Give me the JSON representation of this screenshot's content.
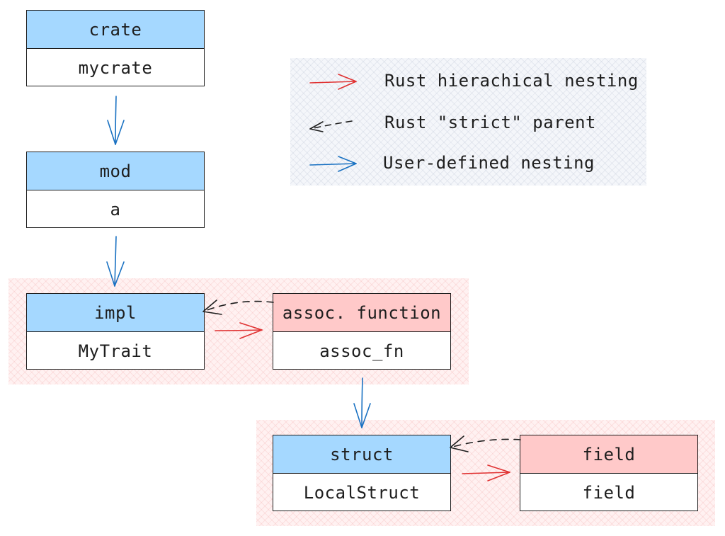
{
  "colors": {
    "rust_nesting": "#e03131",
    "strict_parent": "#1e1e1e",
    "user_nesting": "#1971c2",
    "kind_blue": "#a5d8ff",
    "kind_pink": "#ffc9c9"
  },
  "legend": {
    "rust_nesting": "Rust hierachical nesting",
    "strict_parent": "Rust \"strict\" parent",
    "user_nesting": "User-defined nesting"
  },
  "nodes": {
    "crate": {
      "kind": "crate",
      "name": "mycrate"
    },
    "mod": {
      "kind": "mod",
      "name": "a"
    },
    "impl": {
      "kind": "impl",
      "name": "MyTrait"
    },
    "assoc_fn": {
      "kind": "assoc. function",
      "name": "assoc_fn"
    },
    "struct": {
      "kind": "struct",
      "name": "LocalStruct"
    },
    "field": {
      "kind": "field",
      "name": "field"
    }
  },
  "edges": [
    {
      "from": "crate",
      "to": "mod",
      "type": "user-defined"
    },
    {
      "from": "mod",
      "to": "impl",
      "type": "user-defined"
    },
    {
      "from": "impl",
      "to": "assoc_fn",
      "type": "rust-hierarchical"
    },
    {
      "from": "assoc_fn",
      "to": "impl",
      "type": "strict-parent"
    },
    {
      "from": "assoc_fn",
      "to": "struct",
      "type": "user-defined"
    },
    {
      "from": "struct",
      "to": "field",
      "type": "rust-hierarchical"
    },
    {
      "from": "field",
      "to": "struct",
      "type": "strict-parent"
    }
  ]
}
